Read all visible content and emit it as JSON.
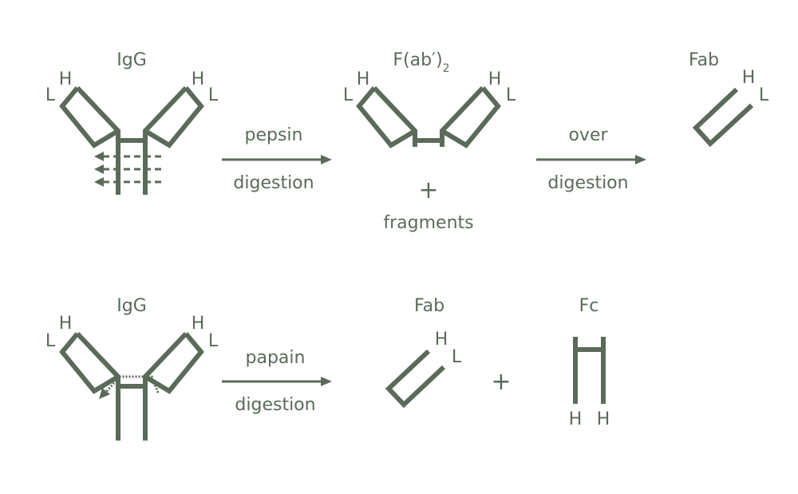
{
  "colors": {
    "ink": "#5a6b5a",
    "background": "#ffffff"
  },
  "pepsin_row": {
    "igg_label": "IgG",
    "heavy_chain_label": "H",
    "light_chain_label": "L",
    "arrow_top": "pepsin",
    "arrow_bottom": "digestion",
    "product_label": "F(ab′)",
    "product_subscript": "2",
    "plus": "+",
    "fragments_label": "fragments",
    "over_arrow_top": "over",
    "over_arrow_bottom": "digestion",
    "fab_label": "Fab"
  },
  "papain_row": {
    "igg_label": "IgG",
    "heavy_chain_label": "H",
    "light_chain_label": "L",
    "arrow_top": "papain",
    "arrow_bottom": "digestion",
    "fab_label": "Fab",
    "plus": "+",
    "fc_label": "Fc"
  }
}
